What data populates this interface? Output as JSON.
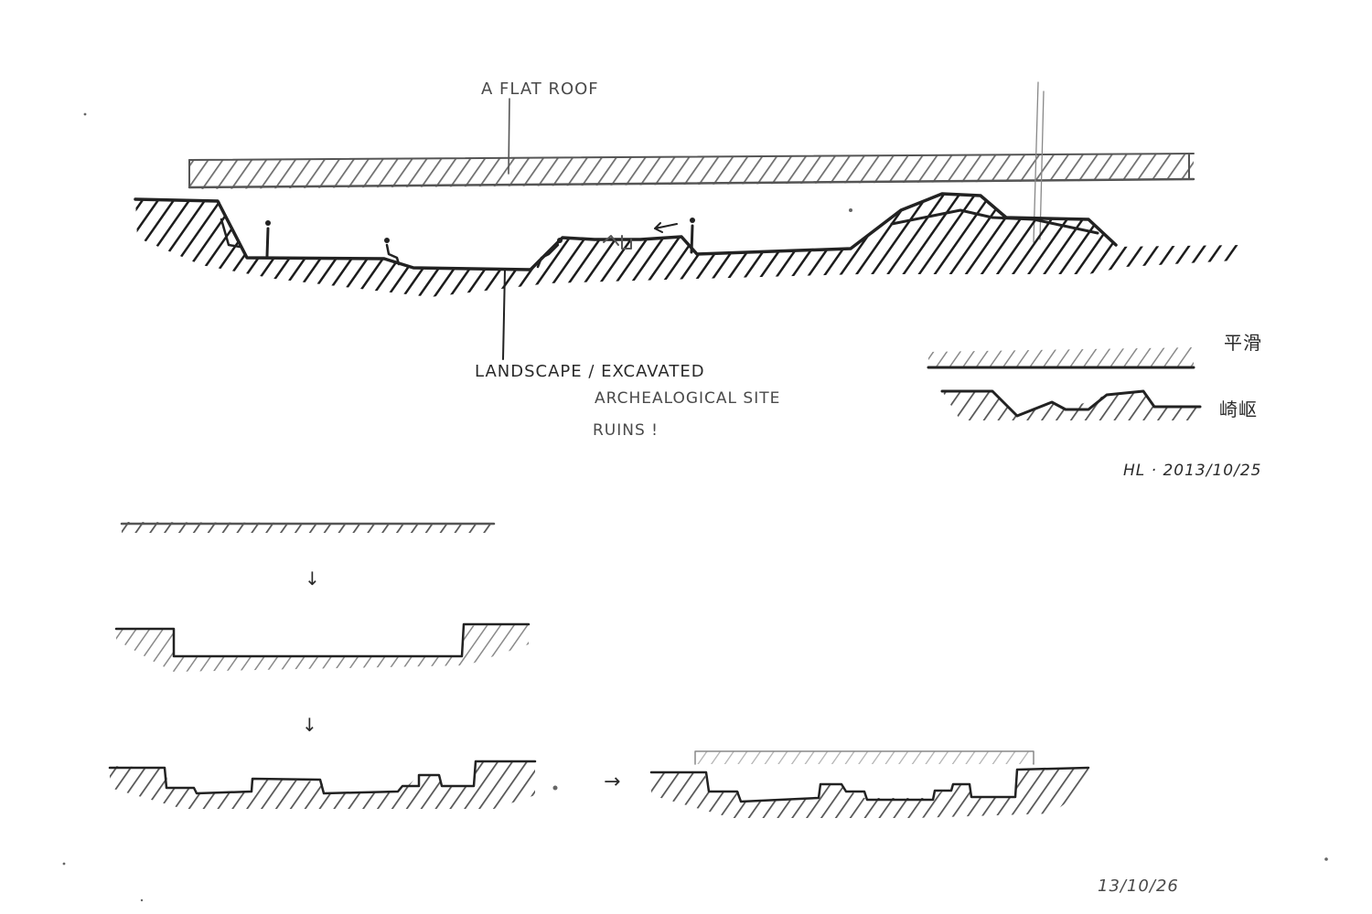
{
  "annotations": {
    "flat_roof": "A FLAT ROOF",
    "landscape": "LANDSCAPE / EXCAVATED",
    "archaeological": "ARCHEALOGICAL SITE",
    "ruins": "RUINS !",
    "smooth": "平滑",
    "rugged": "崎岖",
    "signature": "HL · 2013/10/25",
    "date_bottom": "13/10/26"
  },
  "arrows": {
    "down": "↓",
    "right": "→"
  }
}
